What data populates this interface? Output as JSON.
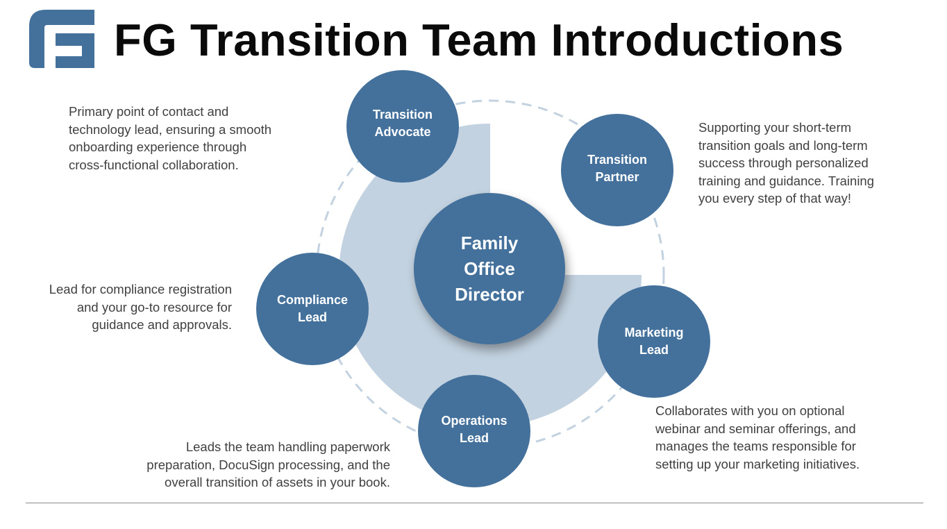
{
  "header": {
    "title": "FG Transition Team Introductions",
    "logo_text": "FG"
  },
  "colors": {
    "node": "#44719c",
    "pie": "#c3d2e0",
    "dashed_ring": "#c3d2e0",
    "text": "#404040"
  },
  "center": {
    "line1": "Family",
    "line2": "Office",
    "line3": "Director"
  },
  "roles": [
    {
      "line1": "Transition",
      "line2": "Advocate",
      "description": [
        "Primary point of contact and",
        "technology lead, ensuring a smooth",
        "onboarding experience through",
        "cross-functional collaboration."
      ]
    },
    {
      "line1": "Transition",
      "line2": "Partner",
      "description": [
        "Supporting your short-term",
        "transition goals and long-term",
        "success through personalized",
        "training and guidance. Training",
        "you every step of that way!"
      ]
    },
    {
      "line1": "Compliance",
      "line2": "Lead",
      "description": [
        "Lead for compliance registration",
        "and your go-to resource for",
        "guidance and approvals."
      ]
    },
    {
      "line1": "Marketing",
      "line2": "Lead",
      "description": [
        "Collaborates with you on optional",
        "webinar and seminar offerings, and",
        "manages the teams responsible for",
        "setting up your marketing initiatives."
      ]
    },
    {
      "line1": "Operations",
      "line2": "Lead",
      "description": [
        "Leads the team handling paperwork",
        "preparation, DocuSign processing, and the",
        "overall transition of assets in your book."
      ]
    }
  ]
}
